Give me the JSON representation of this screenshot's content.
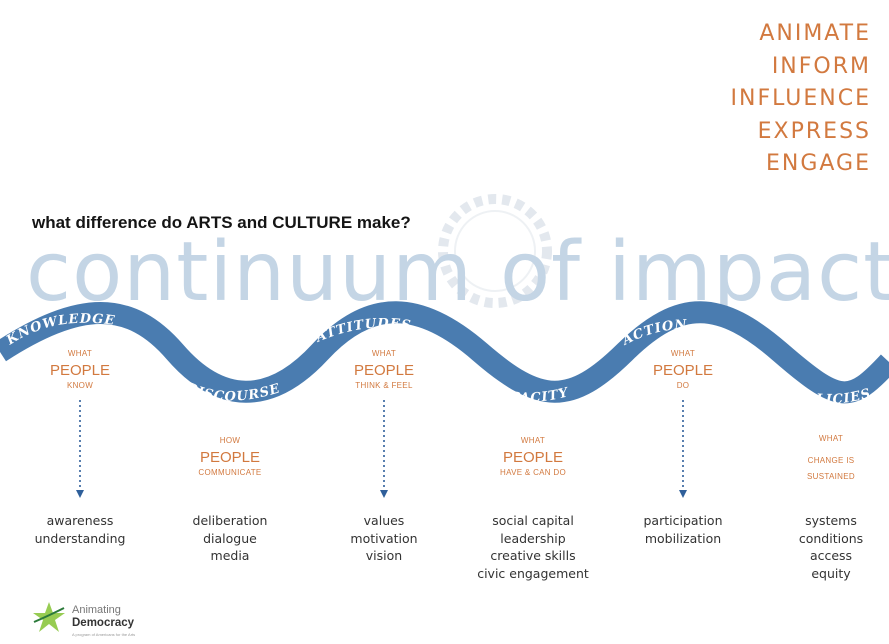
{
  "verbs": [
    "ANIMATE",
    "INFORM",
    "INFLUENCE",
    "EXPRESS",
    "ENGAGE"
  ],
  "question": "what difference do ARTS and CULTURE make?",
  "title": "continuum of impact",
  "stages": [
    {
      "label": "KNOWLEDGE",
      "pre": "WHAT",
      "main": "PEOPLE",
      "post": "KNOW",
      "details": [
        "awareness",
        "understanding"
      ]
    },
    {
      "label": "DISCOURSE",
      "pre": "HOW",
      "main": "PEOPLE",
      "post": "COMMUNICATE",
      "details": [
        "deliberation",
        "dialogue",
        "media"
      ]
    },
    {
      "label": "ATTITUDES",
      "pre": "WHAT",
      "main": "PEOPLE",
      "post": "THINK & FEEL",
      "details": [
        "values",
        "motivation",
        "vision"
      ]
    },
    {
      "label": "CAPACITY",
      "pre": "WHAT",
      "main": "PEOPLE",
      "post": "HAVE & CAN DO",
      "details": [
        "social capital",
        "leadership",
        "creative skills",
        "civic engagement"
      ]
    },
    {
      "label": "ACTION",
      "pre": "WHAT",
      "main": "PEOPLE",
      "post": "DO",
      "details": [
        "participation",
        "mobilization"
      ]
    },
    {
      "label": "POLICIES",
      "pre": "WHAT",
      "main1": "CHANGE IS",
      "main2": "SUSTAINED",
      "details": [
        "systems",
        "conditions",
        "access",
        "equity"
      ]
    }
  ],
  "logo": {
    "line1": "Animating",
    "line2": "Democracy",
    "line3": "A program of Americans for the Arts"
  },
  "colors": {
    "accent": "#d2793f",
    "wave": "#4a7cb0",
    "title": "#c4d5e5"
  }
}
